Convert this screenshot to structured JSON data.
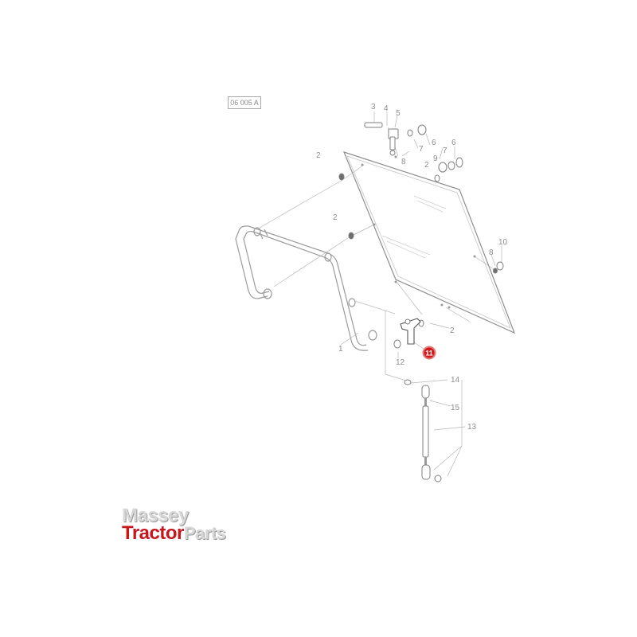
{
  "diagram": {
    "reference": "06 005 A",
    "callouts": [
      "3",
      "4",
      "5",
      "7",
      "6",
      "6",
      "7",
      "9",
      "2",
      "8",
      "2",
      "2",
      "10",
      "8",
      "2",
      "1",
      "11",
      "12",
      "14",
      "15",
      "13"
    ],
    "highlighted_callout": "11",
    "highlight_color": "#d11a1a",
    "line_color": "#b5b5b5"
  },
  "logo": {
    "line1": "Massey",
    "line2_red": "Tractor",
    "line2_grey": "Parts",
    "brand_red": "#c8161d"
  }
}
